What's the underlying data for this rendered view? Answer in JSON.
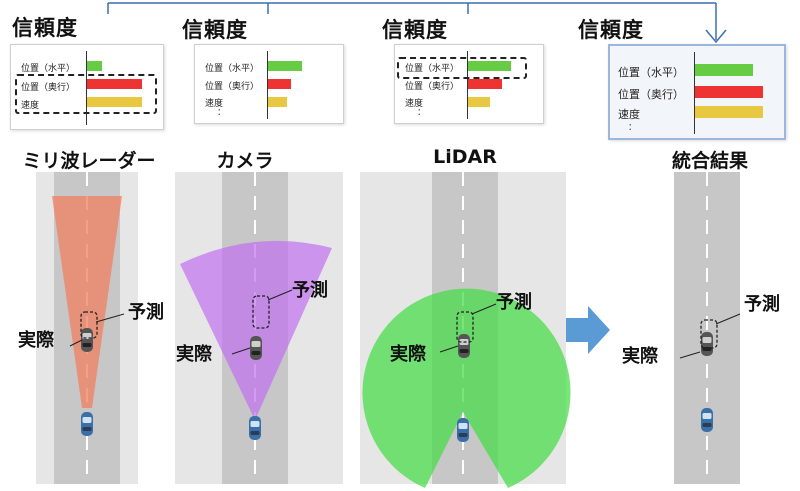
{
  "confidence_heading": "信頼度",
  "rows": {
    "horizontal_position": "位置（水平）",
    "depth_position": "位置（奥行）",
    "speed": "速度",
    "ellipsis": "："
  },
  "sensors": {
    "radar": "ミリ波レーダー",
    "camera": "カメラ",
    "lidar": "LiDAR",
    "fusion": "統合結果"
  },
  "labels": {
    "actual": "実際",
    "predicted": "予測"
  },
  "panels": [
    {
      "sensor": "radar",
      "bars": [
        {
          "row": "horizontal_position",
          "color": "#66cc44",
          "level": 0.2
        },
        {
          "row": "depth_position",
          "color": "#ee3333",
          "level": 0.75
        },
        {
          "row": "speed",
          "color": "#e8c840",
          "level": 0.75
        }
      ]
    },
    {
      "sensor": "camera",
      "bars": [
        {
          "row": "horizontal_position",
          "color": "#66cc44",
          "level": 0.45
        },
        {
          "row": "depth_position",
          "color": "#ee3333",
          "level": 0.3
        },
        {
          "row": "speed",
          "color": "#e8c840",
          "level": 0.25
        }
      ]
    },
    {
      "sensor": "lidar",
      "bars": [
        {
          "row": "horizontal_position",
          "color": "#66cc44",
          "level": 0.6
        },
        {
          "row": "depth_position",
          "color": "#ee3333",
          "level": 0.45
        },
        {
          "row": "speed",
          "color": "#e8c840",
          "level": 0.3
        }
      ]
    },
    {
      "sensor": "fusion",
      "bars": [
        {
          "row": "horizontal_position",
          "color": "#66cc44",
          "level": 0.6
        },
        {
          "row": "depth_position",
          "color": "#ee3333",
          "level": 0.7
        },
        {
          "row": "speed",
          "color": "#e8c840",
          "level": 0.7
        }
      ]
    }
  ],
  "colors": {
    "road": "#c7c7c7",
    "lane_mark": "#ffffff",
    "radar_beam": "#f08060",
    "camera_fov": "#c070f0",
    "lidar_range": "#44dd44",
    "flow_arrow": "#5b9bd5",
    "connector": "#3a6fb0"
  }
}
